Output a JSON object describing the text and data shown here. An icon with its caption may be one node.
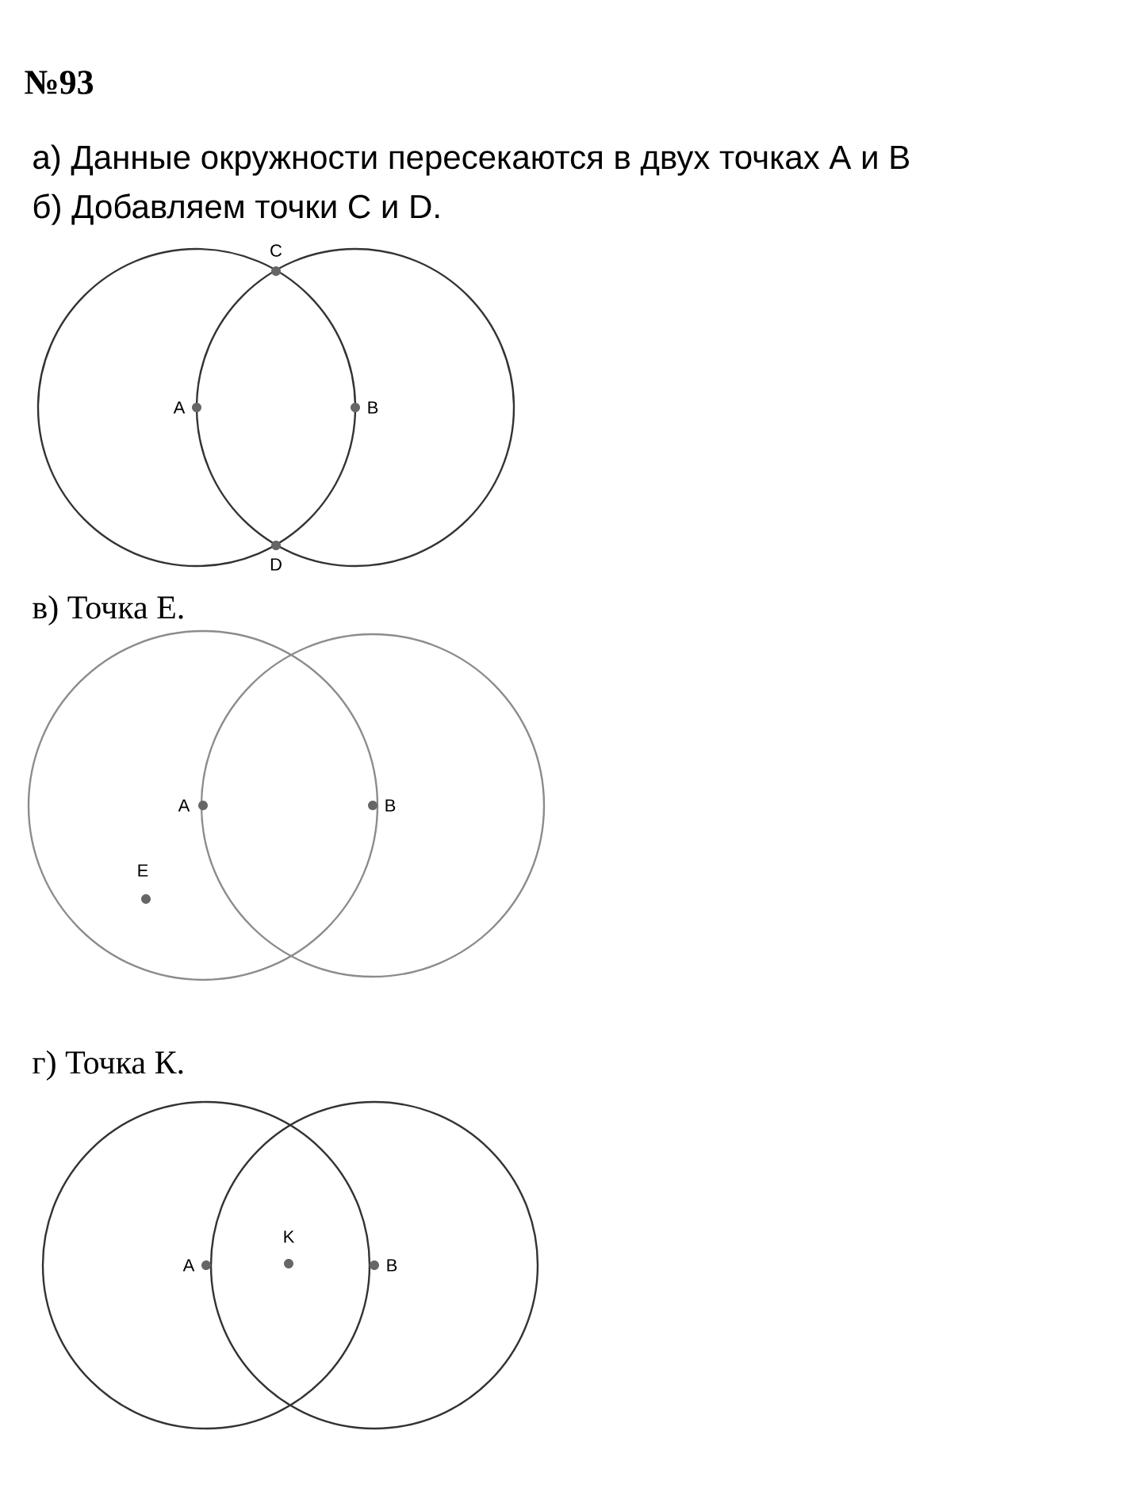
{
  "diagram": {
    "title": "№93",
    "labels": [
      "а) Данные окружности пересекаются в двух точках А и В",
      "б) Добавляем точки C и D.",
      "C",
      "A",
      "B",
      "D",
      "в) Точка Е.",
      "A",
      "B",
      "E",
      "г) Точка К.",
      "K",
      "A",
      "B"
    ]
  }
}
